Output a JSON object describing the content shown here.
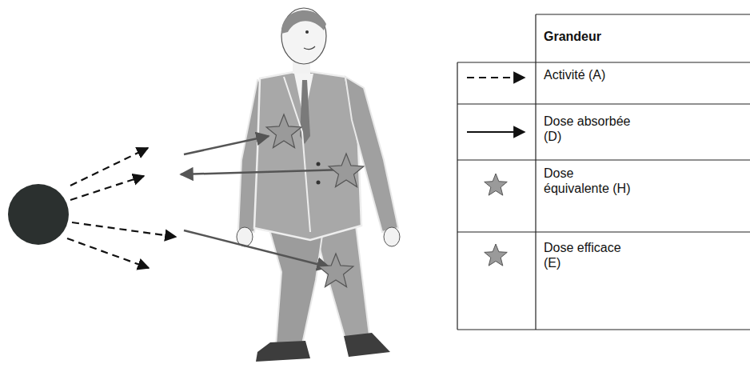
{
  "diagram": {
    "labels": [
      "Grandeur"
    ],
    "legend": [
      {
        "text": "Activité (A)"
      },
      {
        "text": "Dose absorbée (D)"
      },
      {
        "text": "Dose équivalente (H)"
      },
      {
        "text": "Dose efficace (E)"
      }
    ]
  }
}
